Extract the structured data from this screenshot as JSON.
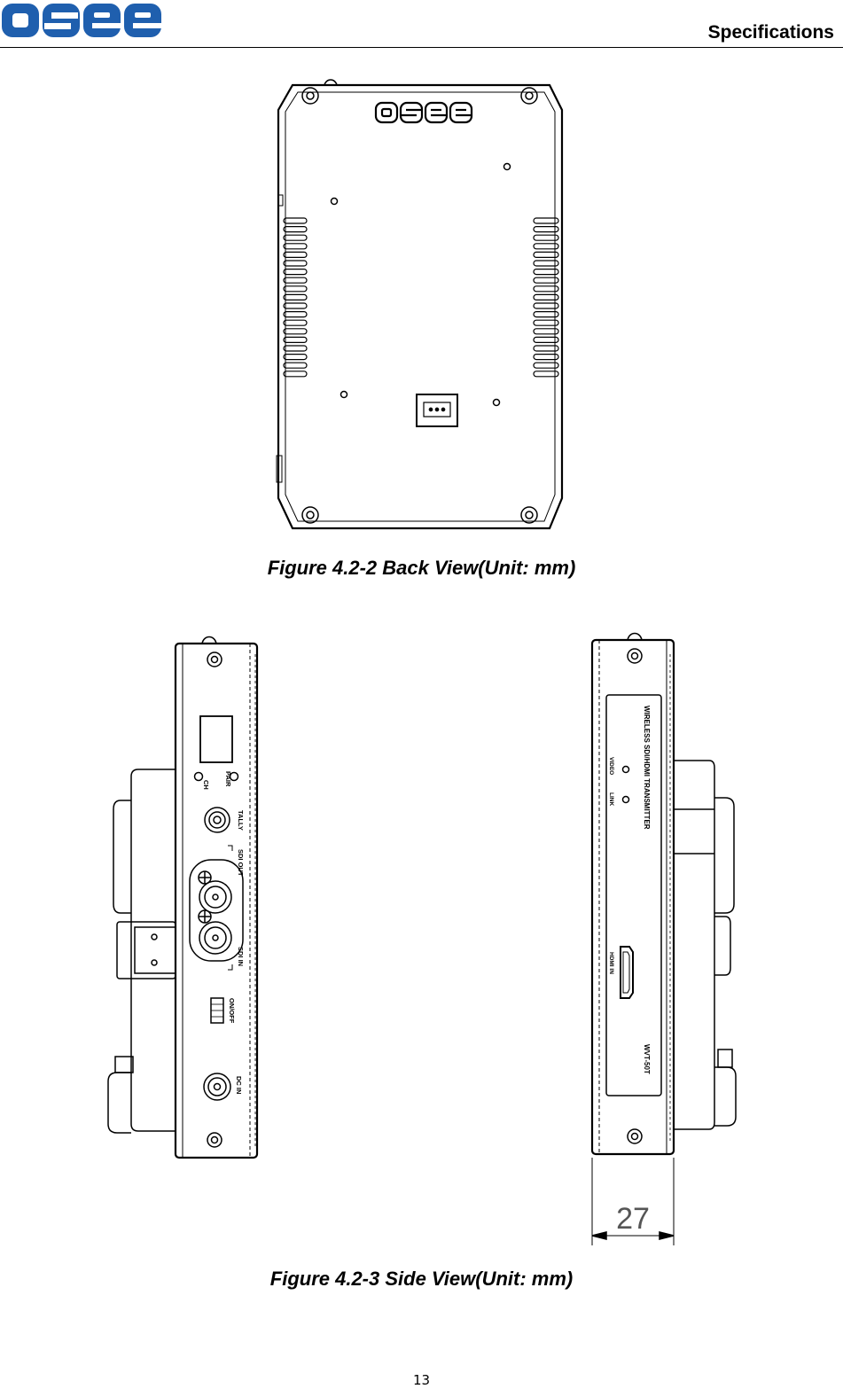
{
  "header": {
    "logo_text": "osee",
    "section_title": "Specifications"
  },
  "figure_back": {
    "caption": "Figure 4.2-2    Back View(Unit: mm)",
    "logo_text": "osee"
  },
  "figure_side": {
    "caption": "Figure 4.2-3    Side View(Unit: mm)",
    "left_panel_labels": {
      "ch": "CH",
      "pair": "PAIR",
      "tally": "TALLY",
      "sdi_out": "SDI OUT",
      "sdi_in": "SDI IN",
      "on_off": "ON/OFF",
      "dc_in": "DC IN"
    },
    "right_panel_labels": {
      "product_line": "WIRELESS  SDI/HDMI  TRANSMITTER",
      "video": "VIDEO",
      "link": "LINK",
      "hdmi_in": "HDMI IN",
      "model": "WVT-50T"
    },
    "dimension_value": "27"
  },
  "footer": {
    "page_number": "13"
  },
  "colors": {
    "logo_blue": "#1f5fae",
    "line": "#000000"
  }
}
